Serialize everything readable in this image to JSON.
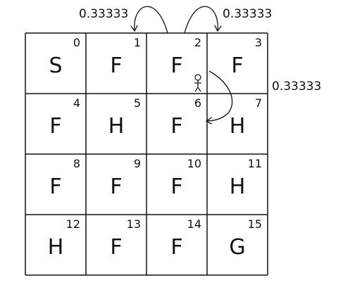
{
  "grid": {
    "rows": 4,
    "cols": 4,
    "cells": [
      {
        "index": "0",
        "letter": "S"
      },
      {
        "index": "1",
        "letter": "F"
      },
      {
        "index": "2",
        "letter": "F"
      },
      {
        "index": "3",
        "letter": "F"
      },
      {
        "index": "4",
        "letter": "F"
      },
      {
        "index": "5",
        "letter": "H"
      },
      {
        "index": "6",
        "letter": "F"
      },
      {
        "index": "7",
        "letter": "H"
      },
      {
        "index": "8",
        "letter": "F"
      },
      {
        "index": "9",
        "letter": "F"
      },
      {
        "index": "10",
        "letter": "F"
      },
      {
        "index": "11",
        "letter": "H"
      },
      {
        "index": "12",
        "letter": "H"
      },
      {
        "index": "13",
        "letter": "F"
      },
      {
        "index": "14",
        "letter": "F"
      },
      {
        "index": "15",
        "letter": "G"
      }
    ]
  },
  "agent": {
    "cell": 2,
    "icon": "stick-figure-icon"
  },
  "transitions": [
    {
      "from": 2,
      "to": 1,
      "probability": "0.33333"
    },
    {
      "from": 2,
      "to": 3,
      "probability": "0.33333"
    },
    {
      "from": 2,
      "to": 6,
      "probability": "0.33333"
    }
  ]
}
